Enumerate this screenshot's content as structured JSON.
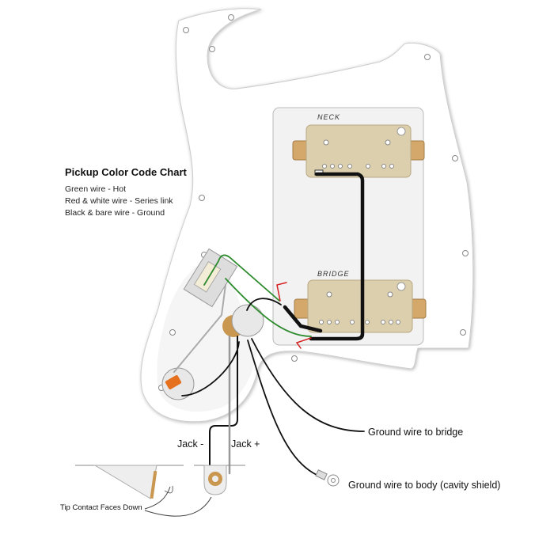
{
  "legend": {
    "title": "Pickup Color Code Chart",
    "items": [
      "Green wire - Hot",
      "Red & white wire - Series link",
      "Black & bare wire - Ground"
    ]
  },
  "pickups": {
    "neck": "NECK",
    "bridge": "BRIDGE"
  },
  "labels": {
    "jack_minus": "Jack -",
    "jack_plus": "Jack +",
    "ground_bridge": "Ground wire to bridge",
    "ground_body": "Ground wire to body (cavity shield)",
    "tip_contact": "Tip Contact Faces Down"
  },
  "colors": {
    "hot": "#2e8b2e",
    "series": "#d42020",
    "ground": "#111111",
    "pickup": "#dccfae",
    "tab": "#d3a86a",
    "capacitor": "#e5701e"
  }
}
